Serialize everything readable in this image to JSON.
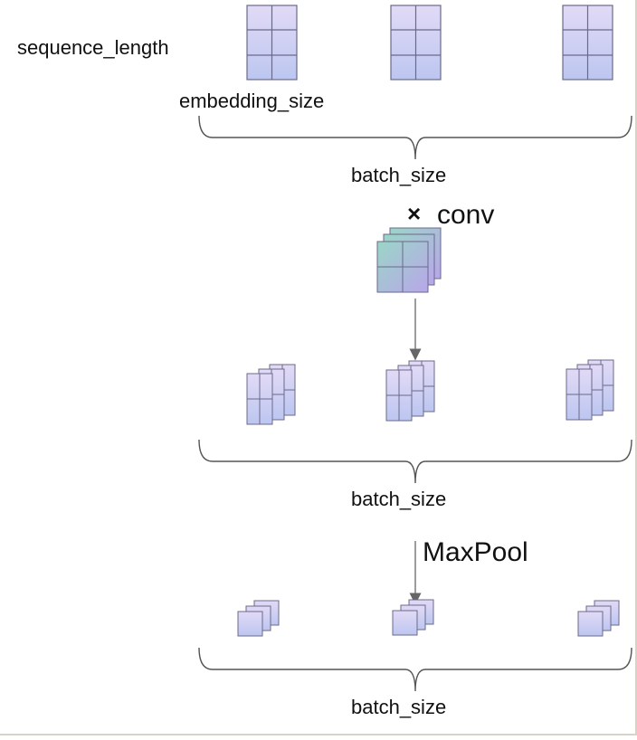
{
  "labels": {
    "sequence_length": "sequence_length",
    "embedding_size": "embedding_size",
    "batch_size_1": "batch_size",
    "conv": "conv",
    "conv_times": "×",
    "batch_size_2": "batch_size",
    "maxpool": "MaxPool",
    "batch_size_3": "batch_size"
  },
  "colors": {
    "cell_fill_top": "#ddd4f3",
    "cell_fill_bottom": "#b8c4f0",
    "kernel_fill_a": "#8fd0c4",
    "kernel_fill_b": "#b8a8e8",
    "stroke": "#6a6a8a",
    "brace": "#555555",
    "arrow": "#666666"
  }
}
